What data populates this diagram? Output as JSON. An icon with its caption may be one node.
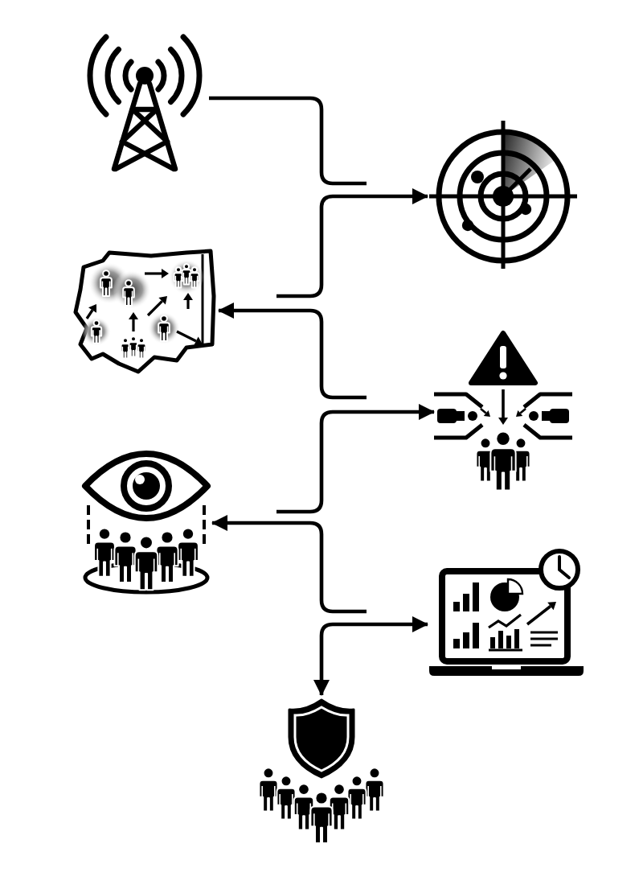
{
  "diagram": {
    "nodes": [
      {
        "text": [],
        "shape": "picture"
      },
      {
        "text": [],
        "shape": "picture"
      },
      {
        "text": [],
        "shape": "picture"
      },
      {
        "text": [],
        "shape": "picture"
      },
      {
        "text": [],
        "shape": "picture"
      },
      {
        "text": [],
        "shape": "picture"
      },
      {
        "text": [],
        "shape": "picture"
      }
    ],
    "edges": [
      {
        "from": 0,
        "to": null,
        "arrow": "none"
      },
      {
        "from": null,
        "to": 1,
        "arrow": "to"
      },
      {
        "from": null,
        "to": 2,
        "arrow": "to"
      },
      {
        "from": null,
        "to": 3,
        "arrow": "to"
      },
      {
        "from": null,
        "to": 4,
        "arrow": "to"
      },
      {
        "from": 5,
        "to": 6,
        "arrow": "both"
      }
    ]
  }
}
